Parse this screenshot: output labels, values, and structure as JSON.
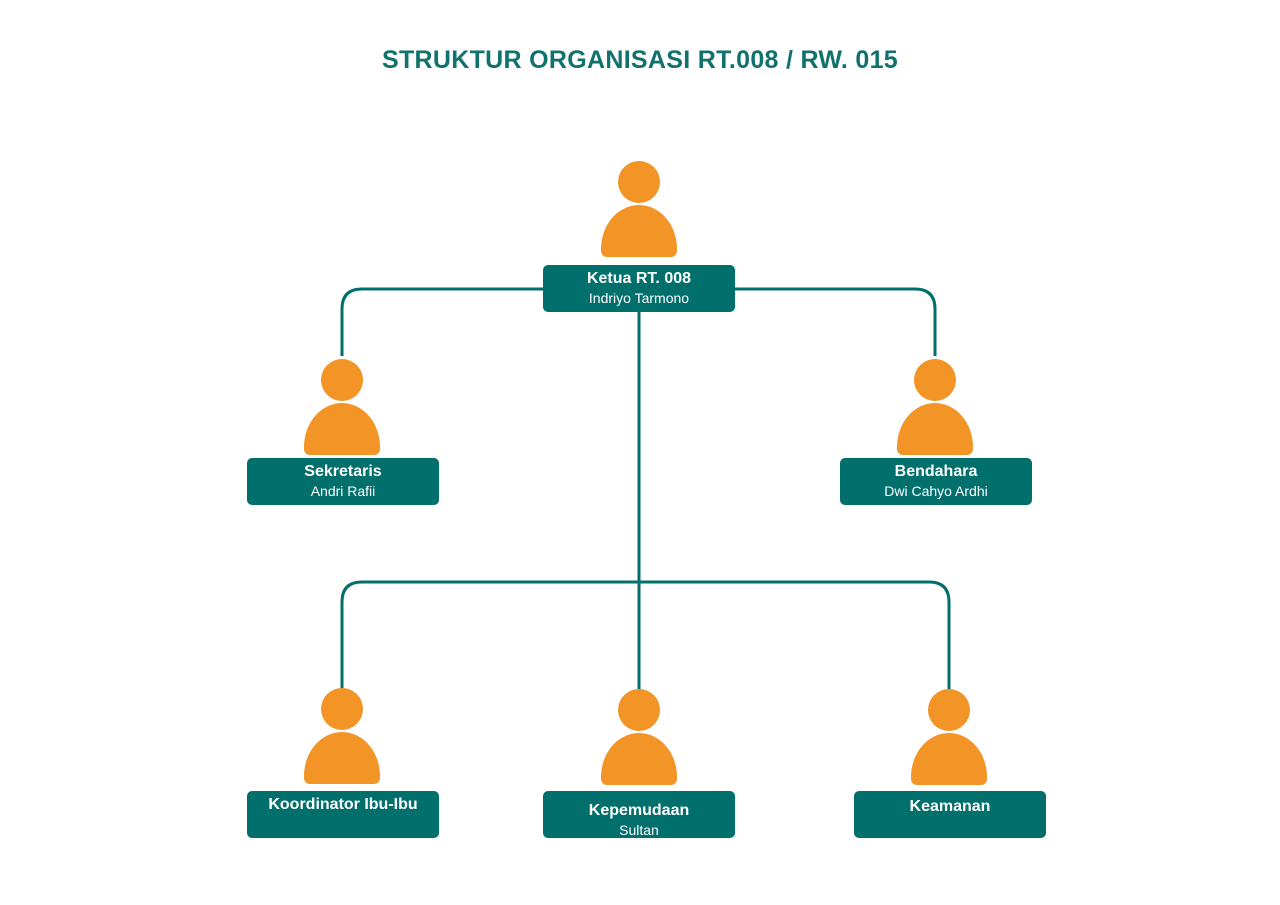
{
  "title": "STRUKTUR ORGANISASI RT.008 / RW. 015",
  "colors": {
    "teal": "#016f6c",
    "orange": "#f29426",
    "title": "#10716d"
  },
  "nodes": {
    "ketua": {
      "role": "Ketua RT. 008",
      "name": "Indriyo Tarmono",
      "icon": "person-icon"
    },
    "sekretaris": {
      "role": "Sekretaris",
      "name": "Andri Rafii",
      "icon": "person-icon"
    },
    "bendahara": {
      "role": "Bendahara",
      "name": "Dwi Cahyo Ardhi",
      "icon": "person-icon"
    },
    "koordinator": {
      "role": "Koordinator Ibu-Ibu",
      "icon": "person-icon"
    },
    "kepemudaan": {
      "role": "Kepemudaan",
      "name": "Sultan",
      "icon": "person-icon"
    },
    "keamanan": {
      "role": "Keamanan",
      "icon": "person-icon"
    }
  }
}
